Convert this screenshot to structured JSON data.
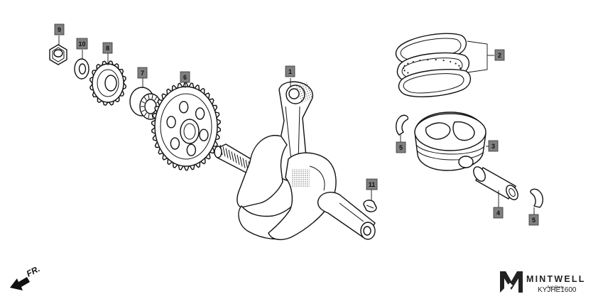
{
  "callouts": {
    "c1": "1",
    "c2": "2",
    "c3": "3",
    "c4": "4",
    "c5a": "5",
    "c5b": "5",
    "c6": "6",
    "c7": "7",
    "c8": "8",
    "c9": "9",
    "c10": "10",
    "c11": "11"
  },
  "direction_label": "FR.",
  "brand": {
    "name": "MINTWELL",
    "tagline": "AutoParts",
    "logo_icon": "mintwell-logo-icon"
  },
  "diagram_code": "KYJHE1600"
}
